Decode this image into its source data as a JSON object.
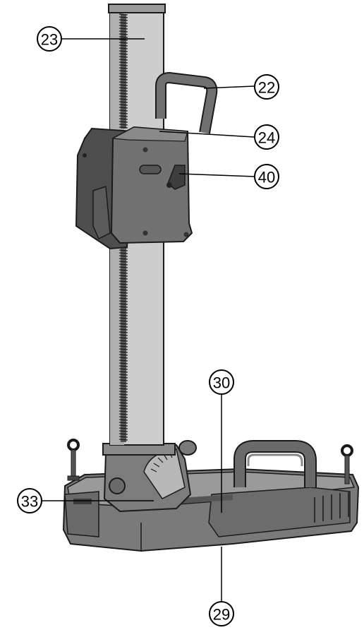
{
  "callouts": {
    "c23": "23",
    "c22": "22",
    "c24": "24",
    "c40": "40",
    "c30": "30",
    "c33": "33",
    "c29": "29"
  },
  "colors": {
    "column": "#cdcdcd",
    "column_shadow": "#a9a9a9",
    "carriage": "#6f6f6f",
    "carriage_dark": "#4e4e4e",
    "carriage_light": "#8a8a8a",
    "base": "#777777",
    "base_top": "#8f8f8f",
    "handle": "#6a6a6a",
    "outline": "#1a1a1a",
    "rack": "#3a3a3a"
  }
}
